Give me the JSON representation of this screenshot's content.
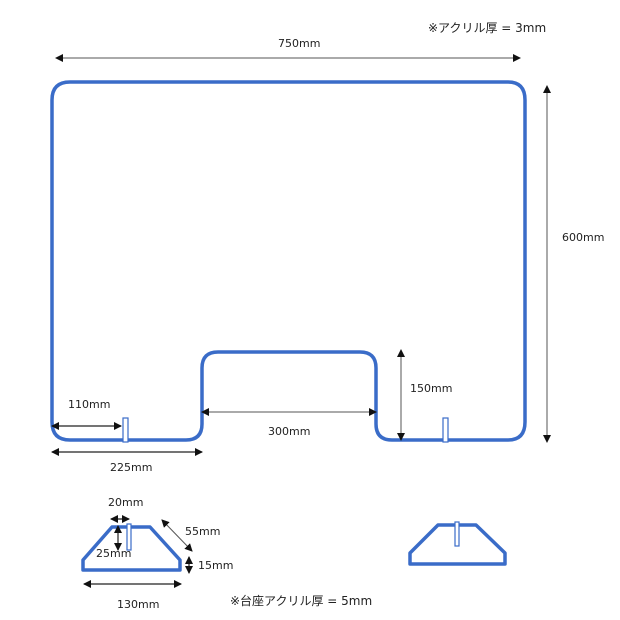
{
  "notes": {
    "panel_thickness": "※アクリル厚 = 3mm",
    "base_thickness": "※台座アクリル厚 = 5mm"
  },
  "panel": {
    "dimensions": {
      "width": "750mm",
      "height": "600mm",
      "slot_from_edge": "110mm",
      "foot_width": "225mm",
      "window_width": "300mm",
      "window_height": "150mm"
    }
  },
  "base": {
    "dimensions": {
      "slot_width": "20mm",
      "slot_depth": "25mm",
      "slope_length": "55mm",
      "side_height": "15mm",
      "bottom_width": "130mm"
    }
  },
  "colors": {
    "outline": "#3a6cc8",
    "dimension_line": "#555555"
  }
}
